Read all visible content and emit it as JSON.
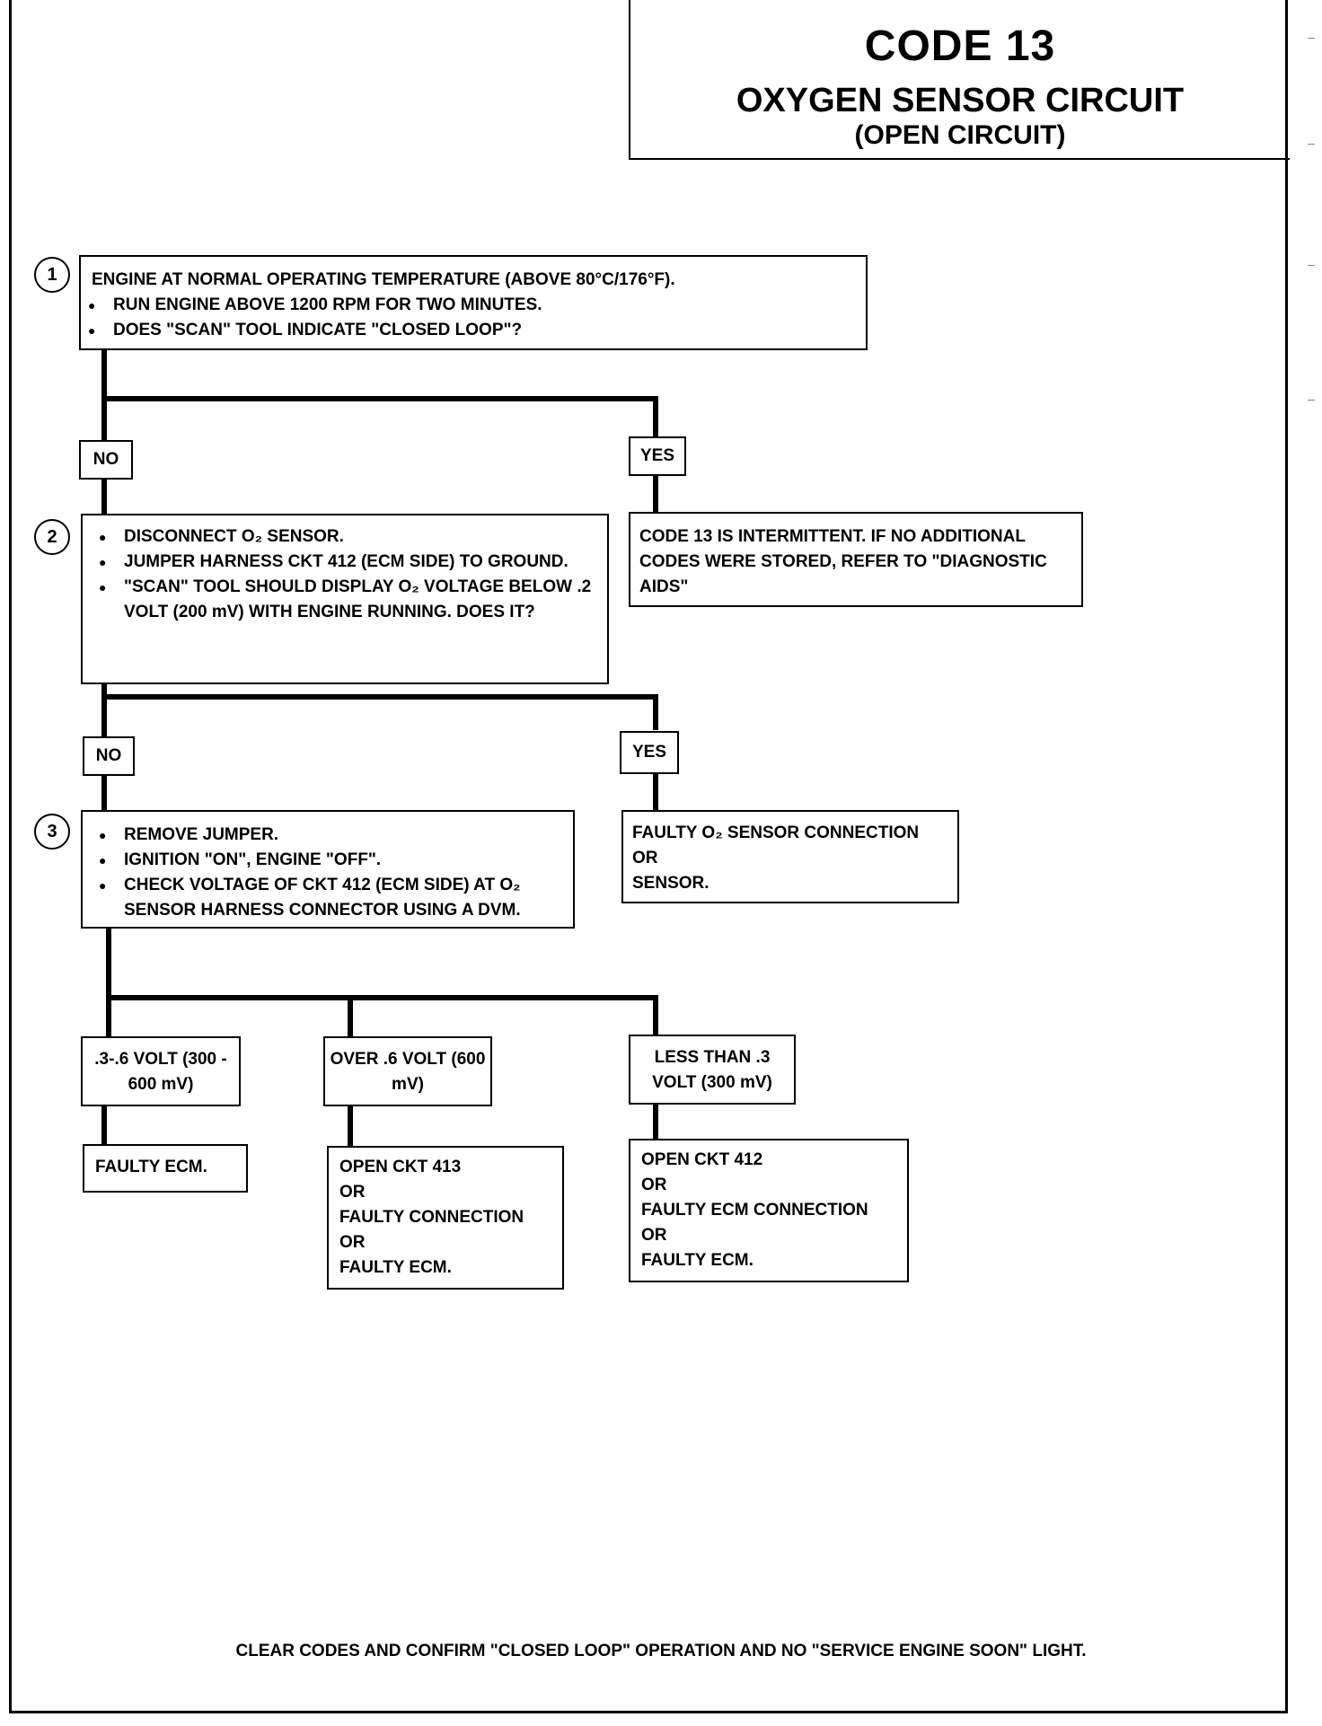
{
  "header": {
    "code": "CODE 13",
    "title": "OXYGEN SENSOR CIRCUIT",
    "subtitle": "(OPEN CIRCUIT)"
  },
  "steps": [
    {
      "number": "1",
      "intro": "ENGINE AT NORMAL OPERATING TEMPERATURE (ABOVE 80°C/176°F).",
      "bullets": [
        "RUN ENGINE ABOVE 1200 RPM FOR TWO MINUTES.",
        "DOES \"SCAN\" TOOL INDICATE \"CLOSED LOOP\"?"
      ]
    },
    {
      "number": "2",
      "bullets": [
        "DISCONNECT O₂ SENSOR.",
        "JUMPER HARNESS CKT 412 (ECM SIDE) TO GROUND.",
        "\"SCAN\" TOOL SHOULD DISPLAY O₂ VOLTAGE BELOW .2  VOLT (200 mV) WITH ENGINE RUNNING. DOES IT?"
      ]
    },
    {
      "number": "3",
      "bullets": [
        "REMOVE JUMPER.",
        "IGNITION \"ON\",  ENGINE  \"OFF\".",
        "CHECK VOLTAGE OF CKT 412 (ECM SIDE) AT O₂ SENSOR HARNESS CONNECTOR USING A DVM."
      ]
    }
  ],
  "branches": {
    "no_label": "NO",
    "yes_label": "YES"
  },
  "results": {
    "step1_yes": "CODE 13 IS INTERMITTENT.  IF NO ADDITIONAL CODES WERE STORED, REFER TO \"DIAGNOSTIC AIDS\"",
    "step2_yes": [
      "FAULTY O₂ SENSOR CONNECTION",
      "OR",
      "SENSOR."
    ]
  },
  "voltage_ranges": [
    {
      "label": ".3-.6 VOLT (300 - 600 mV)",
      "result": [
        "FAULTY ECM."
      ]
    },
    {
      "label": "OVER  .6  VOLT (600 mV)",
      "result": [
        "OPEN CKT 413",
        "OR",
        "FAULTY CONNECTION",
        "OR",
        "FAULTY ECM."
      ]
    },
    {
      "label": "LESS THAN .3 VOLT  (300 mV)",
      "result": [
        "OPEN CKT  412",
        "OR",
        "FAULTY ECM CONNECTION",
        "OR",
        "FAULTY ECM."
      ]
    }
  ],
  "footer": "CLEAR CODES AND CONFIRM \"CLOSED LOOP\"  OPERATION AND NO \"SERVICE ENGINE SOON\" LIGHT."
}
